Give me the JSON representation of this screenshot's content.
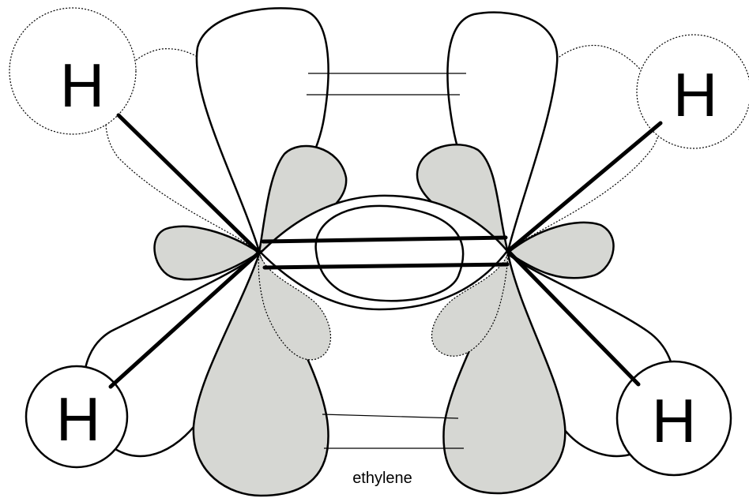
{
  "atoms": {
    "h_top_left": "H",
    "h_top_right": "H",
    "h_bottom_left": "H",
    "h_bottom_right": "H"
  },
  "caption": "ethylene",
  "colors": {
    "lobe_fill": "#d6d7d3",
    "outline": "#000000",
    "background": "#ffffff"
  }
}
